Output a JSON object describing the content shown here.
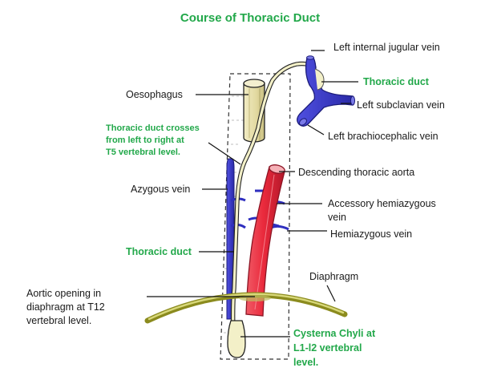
{
  "title": "Course of Thoracic Duct",
  "labels": {
    "left_internal_jugular_vein": "Left internal jugular vein",
    "thoracic_duct_top": "Thoracic duct",
    "left_subclavian_vein": "Left subclavian vein",
    "oesophagus": "Oesophagus",
    "left_brachiocephalic_vein": "Left brachiocephalic vein",
    "crosses_line1": "Thoracic duct crosses",
    "crosses_line2": "from left to right at",
    "crosses_line3": "T5 vertebral level.",
    "descending_thoracic_aorta": "Descending thoracic aorta",
    "azygous_vein": "Azygous vein",
    "accessory_hemiazygous_line1": "Accessory hemiazygous",
    "accessory_hemiazygous_line2": "vein",
    "hemiazygous_vein": "Hemiazygous vein",
    "thoracic_duct_mid": "Thoracic duct",
    "diaphragm": "Diaphragm",
    "aortic_opening_line1": "Aortic opening in",
    "aortic_opening_line2": "diaphragm at T12",
    "aortic_opening_line3": "vertebral level.",
    "cysterna_line1": "Cysterna Chyli at",
    "cysterna_line2": "L1-l2 vertebral",
    "cysterna_line3": "level."
  },
  "colors": {
    "green_text": "#22a84a",
    "vein_blue": "#3f3fd0",
    "vein_dark": "#1c1c7a",
    "aorta_red": "#ea2a3c",
    "aorta_dark": "#8c1424",
    "diaphragm_olive": "#8b8b1e",
    "diaphragm_light": "#d8d87a",
    "duct_fill": "#f3f0c8",
    "oesophagus_fill": "#e4dca8"
  }
}
